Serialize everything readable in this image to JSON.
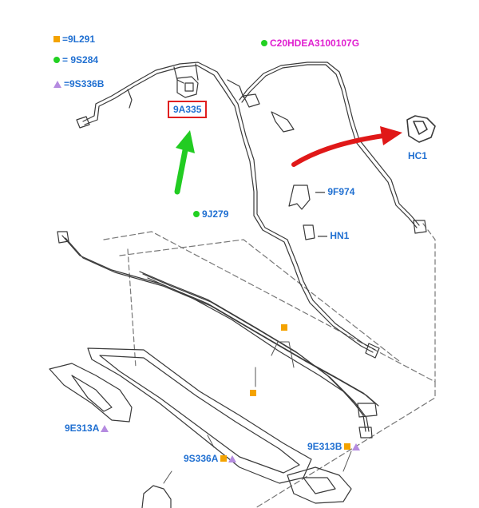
{
  "legend": [
    {
      "symbol": "square",
      "code": "=9L291"
    },
    {
      "symbol": "dot",
      "code": "= 9S284"
    },
    {
      "symbol": "triangle",
      "code": "=9S336B"
    }
  ],
  "callouts": {
    "c20hdea": "C20HDEA3100107G",
    "p9a335": "9A335",
    "hc1": "HC1",
    "p9f974": "9F974",
    "p9j279": "9J279",
    "hn1": "HN1",
    "p9e313a": "9E313A",
    "p9s336a": "9S336A",
    "p9e313b": "9E313B"
  },
  "colors": {
    "callout_text": "#1f6fd1",
    "part_number_text": "#e01fd0",
    "highlight_box": "#e02020",
    "pointer_arrow_green": "#22cc22",
    "pointer_arrow_red": "#e01818",
    "square_marker": "#f4a300",
    "dot_marker": "#22d122",
    "triangle_marker": "#b58be0",
    "line_art": "#3a3a3a"
  },
  "icons": [
    "legend-square-icon",
    "legend-dot-icon",
    "legend-triangle-icon",
    "green-arrow-icon",
    "red-arrow-icon"
  ]
}
